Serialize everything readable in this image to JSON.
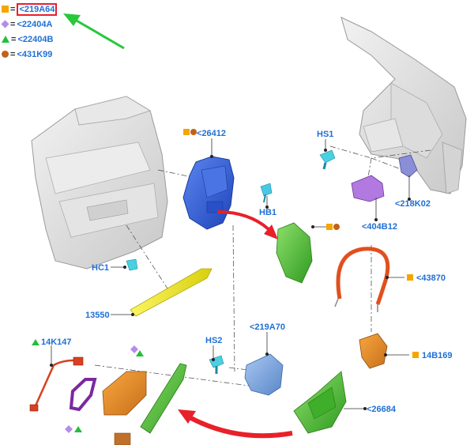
{
  "legend": [
    {
      "symbol": "orange-square",
      "eq": "=",
      "code": "<219A64",
      "highlighted": true
    },
    {
      "symbol": "purple-diamond",
      "eq": "=",
      "code": "<22404A",
      "highlighted": false
    },
    {
      "symbol": "green-triangle",
      "eq": "=",
      "code": "<22404B",
      "highlighted": false
    },
    {
      "symbol": "brown-circle",
      "eq": "=",
      "code": "<431K99",
      "highlighted": false
    }
  ],
  "callouts": {
    "c26412": "<26412",
    "hs1": "HS1",
    "hb1": "HB1",
    "c218k02": "<218K02",
    "c404b12": "<404B12",
    "hc1": "HC1",
    "c43870": "<43870",
    "c13550": "13550",
    "c219a70": "<219A70",
    "hs2": "HS2",
    "c14b169": "14B169",
    "c14k147": "14K147",
    "c26684": "<26684"
  },
  "colors": {
    "label": "#1f6fd6",
    "highlight_box": "#e8202a",
    "pointer_arrow": "#27c83a",
    "flow_arrow": "#e8202a",
    "orange_symbol": "#f5a500",
    "purple_symbol": "#b58de8",
    "green_symbol": "#22c03a",
    "brown_symbol": "#c0621a",
    "latch_blue": "#2f5fd8",
    "bracket_green": "#55c23a",
    "cable_orange": "#e0501e",
    "handle_yellow": "#e9e220",
    "panel_gray": "#d9d9d9"
  }
}
